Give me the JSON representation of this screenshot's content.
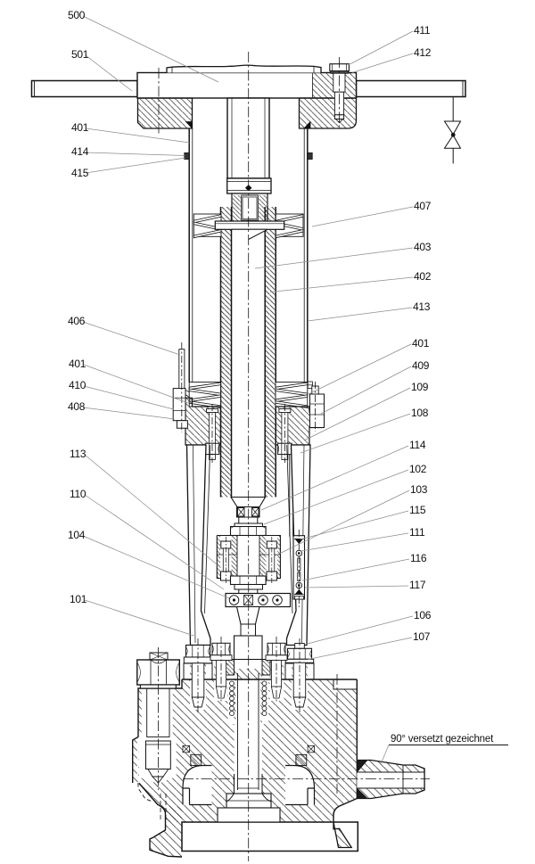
{
  "callouts": [
    "500",
    "501",
    "401",
    "414",
    "415",
    "406",
    "401",
    "410",
    "408",
    "113",
    "110",
    "104",
    "101",
    "411",
    "412",
    "407",
    "403",
    "402",
    "413",
    "401",
    "409",
    "109",
    "108",
    "114",
    "102",
    "103",
    "115",
    "111",
    "116",
    "117",
    "106",
    "107"
  ],
  "note": "90° versetzt gezeichnet",
  "colors": {
    "ink": "#141414",
    "leader": "#8d8d8d",
    "background": "#ffffff"
  }
}
